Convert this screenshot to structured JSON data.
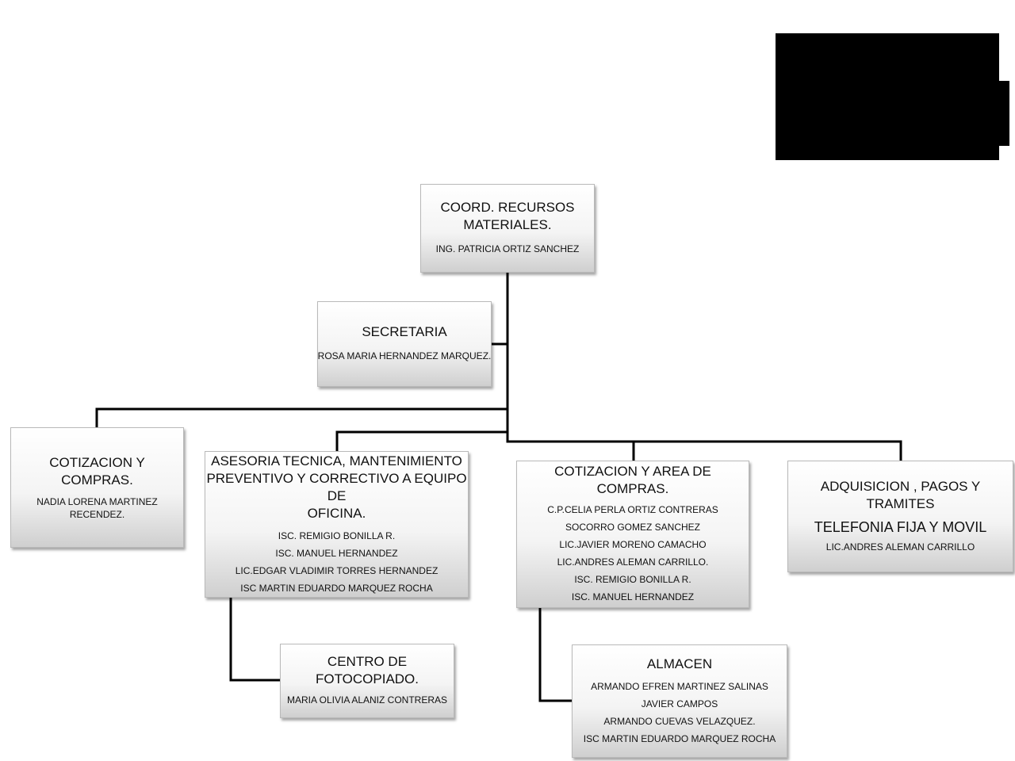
{
  "root": {
    "title": "COORD. RECURSOS\nMATERIALES.",
    "members": [
      "ING. PATRICIA ORTIZ SANCHEZ"
    ]
  },
  "secretaria": {
    "title": "SECRETARIA",
    "members": [
      "ROSA MARIA HERNANDEZ MARQUEZ."
    ]
  },
  "cotizacion": {
    "title": "COTIZACION Y\nCOMPRAS.",
    "members": [
      "NADIA LORENA MARTINEZ RECENDEZ."
    ]
  },
  "asesoria": {
    "title": "ASESORIA TECNICA,  MANTENIMIENTO\nPREVENTIVO Y CORRECTIVO A EQUIPO DE\nOFICINA.",
    "members": [
      "ISC. REMIGIO BONILLA R.",
      "ISC. MANUEL HERNANDEZ",
      "LIC.EDGAR VLADIMIR TORRES HERNANDEZ",
      "ISC MARTIN EDUARDO MARQUEZ ROCHA"
    ]
  },
  "cotizacion_area": {
    "title": "COTIZACION Y AREA DE\nCOMPRAS.",
    "members": [
      "C.P.CELIA PERLA ORTIZ CONTRERAS",
      "SOCORRO GOMEZ SANCHEZ",
      "LIC.JAVIER MORENO CAMACHO",
      "LIC.ANDRES ALEMAN CARRILLO.",
      "ISC. REMIGIO BONILLA R.",
      "ISC. MANUEL HERNANDEZ"
    ]
  },
  "adquisicion": {
    "title": "ADQUISICION , PAGOS Y\nTRAMITES",
    "subtitle": "TELEFONIA FIJA Y MOVIL",
    "members": [
      "LIC.ANDRES ALEMAN CARRILLO"
    ]
  },
  "fotocopiado": {
    "title": "CENTRO DE\nFOTOCOPIADO.",
    "members": [
      "MARIA OLIVIA ALANIZ CONTRERAS"
    ]
  },
  "almacen": {
    "title": "ALMACEN",
    "members": [
      "ARMANDO EFREN MARTINEZ SALINAS",
      "JAVIER CAMPOS",
      "ARMANDO CUEVAS VELAZQUEZ.",
      "ISC MARTIN EDUARDO MARQUEZ ROCHA"
    ]
  }
}
